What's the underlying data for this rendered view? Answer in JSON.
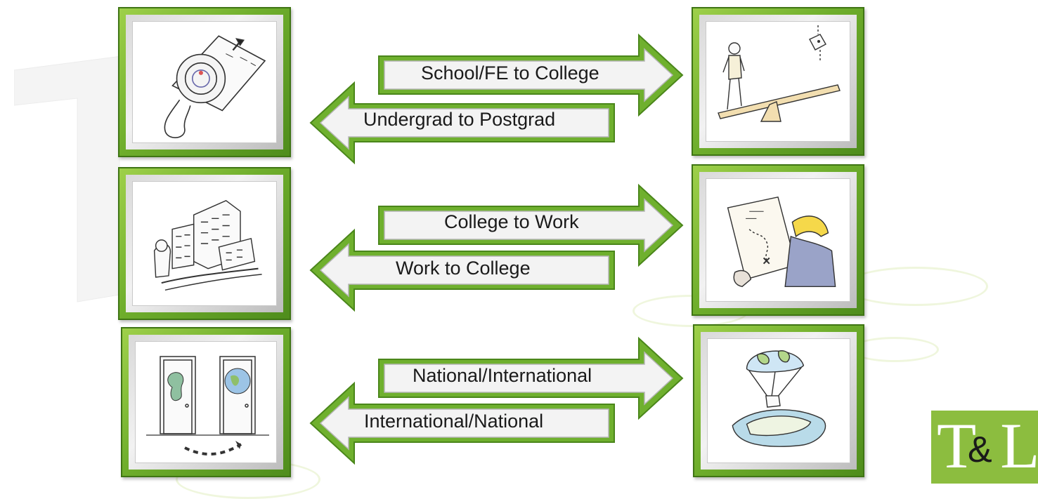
{
  "arrows": [
    {
      "direction": "right",
      "label": "School/FE to College"
    },
    {
      "direction": "left",
      "label": "Undergrad to Postgrad"
    },
    {
      "direction": "right",
      "label": "College to Work"
    },
    {
      "direction": "left",
      "label": "Work to College"
    },
    {
      "direction": "right",
      "label": "National/International"
    },
    {
      "direction": "left",
      "label": "International/National"
    }
  ],
  "frames": [
    {
      "icon": "compass-icon"
    },
    {
      "icon": "seesaw-icon"
    },
    {
      "icon": "city-buildings-icon"
    },
    {
      "icon": "treasure-map-icon"
    },
    {
      "icon": "doors-icon"
    },
    {
      "icon": "globe-parachute-icon"
    }
  ],
  "logo": {
    "letters_left": "T",
    "ampersand": "&",
    "letters_right": "L"
  },
  "colors": {
    "frame_green": "#6fae2c",
    "arrow_green": "#6fb02e",
    "logo_green": "#8cbd3f"
  }
}
